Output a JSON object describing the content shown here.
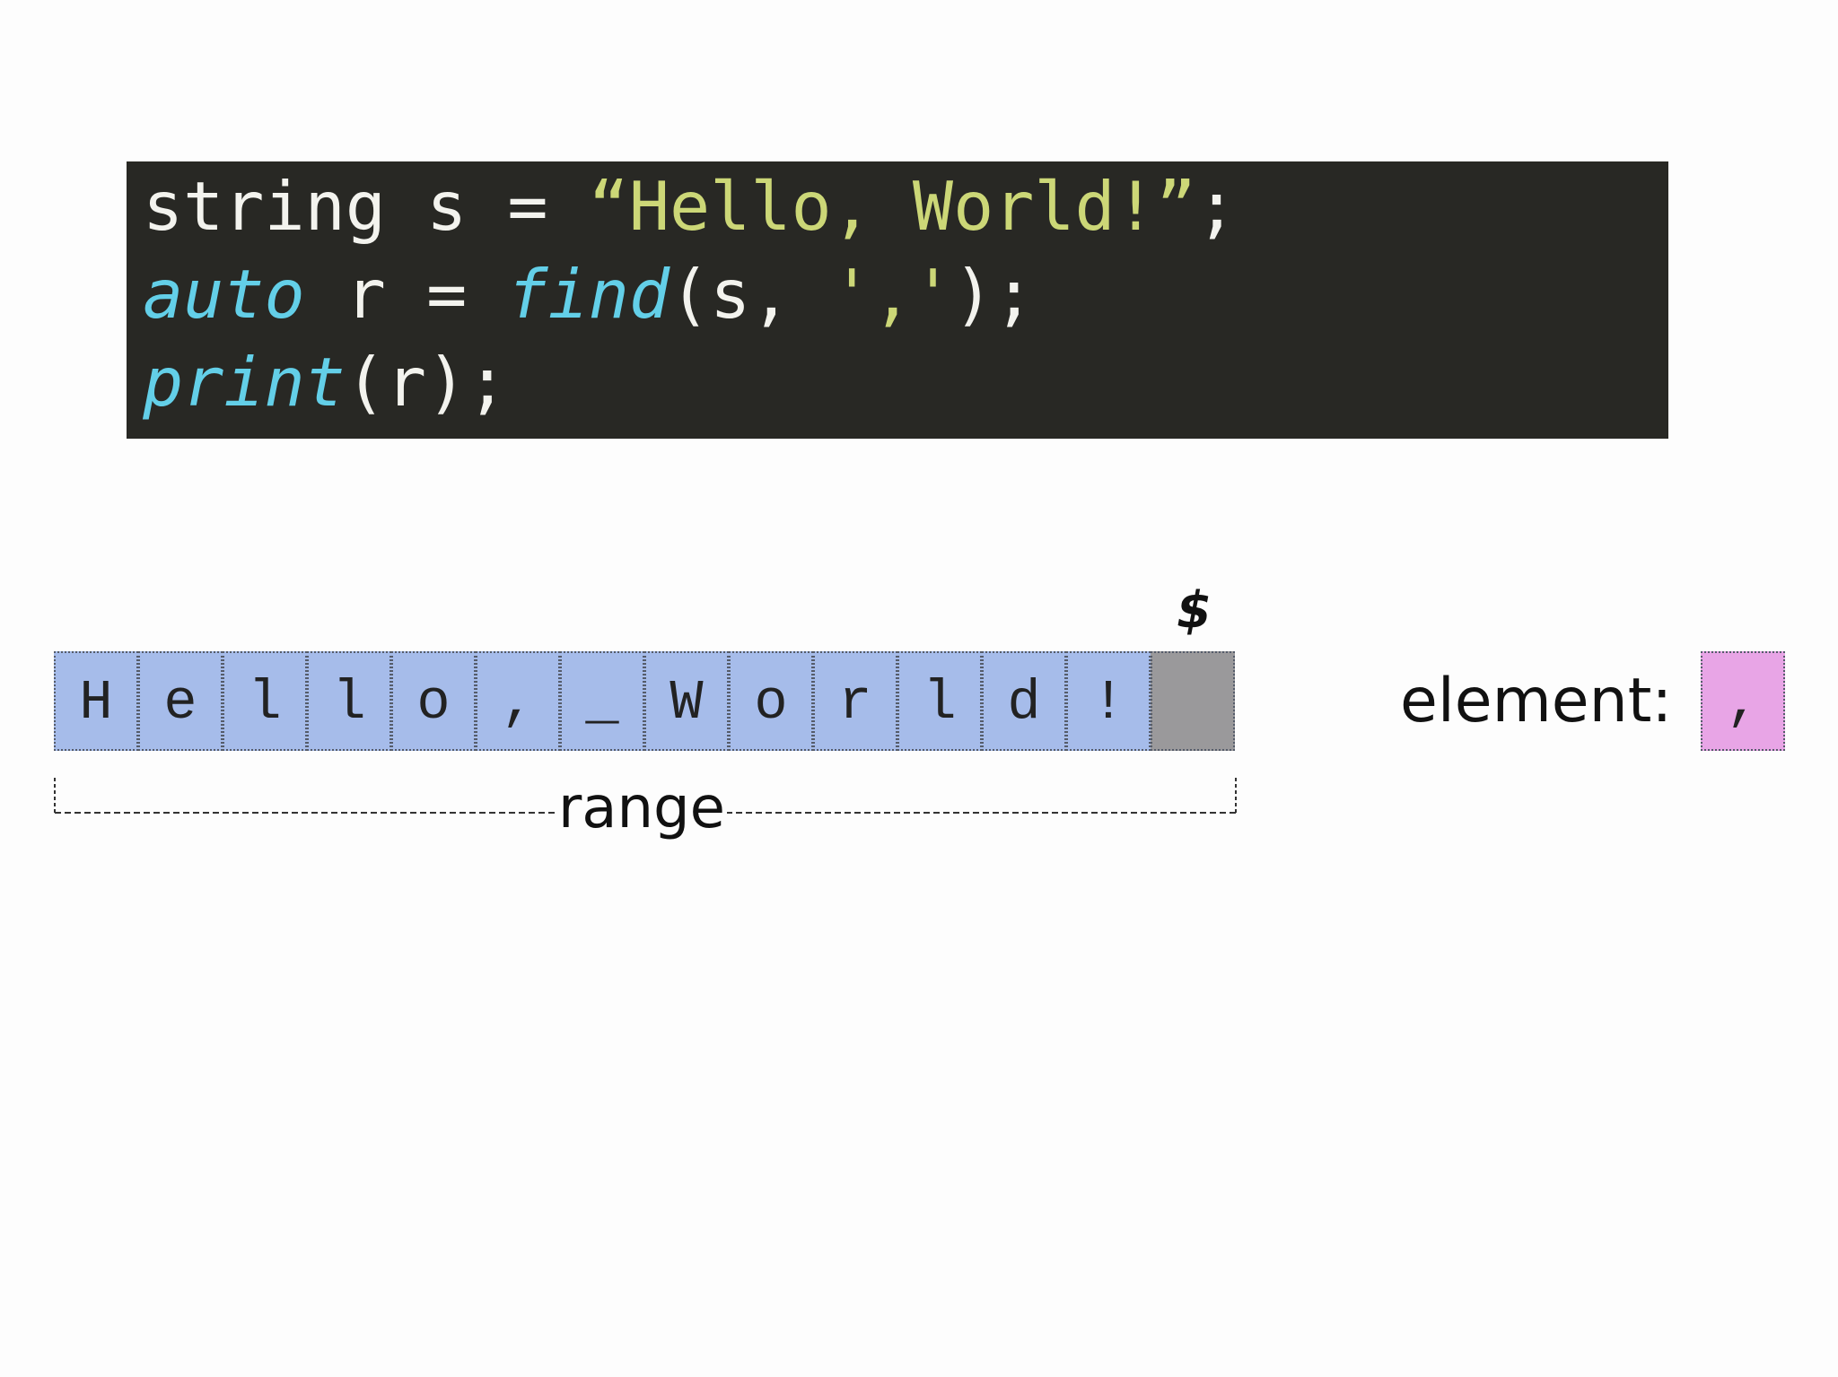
{
  "code": {
    "line1": {
      "plain_a": "string s = ",
      "string_literal": "“Hello, World!”",
      "plain_b": ";"
    },
    "line2": {
      "keyword_a": "auto",
      "plain_a": " r = ",
      "keyword_b": "find",
      "plain_b": "(s, ",
      "char_literal": "','",
      "plain_c": ");"
    },
    "line3": {
      "keyword_a": "print",
      "plain_a": "(r);"
    },
    "colors": {
      "background": "#282824",
      "keyword": "#63cfe8",
      "literal": "#ccd777",
      "plain": "#f3f3ee"
    }
  },
  "diagram": {
    "cells": [
      "H",
      "e",
      "l",
      "l",
      "o",
      ",",
      "_",
      "W",
      "o",
      "r",
      "l",
      "d",
      "!",
      ""
    ],
    "end_marker": "$",
    "range_label": "range",
    "element_label": "element:",
    "element_value": ",",
    "colors": {
      "cell": "#a6bcea",
      "end_cell": "#9a999b",
      "element": "#e8a5e6"
    }
  }
}
